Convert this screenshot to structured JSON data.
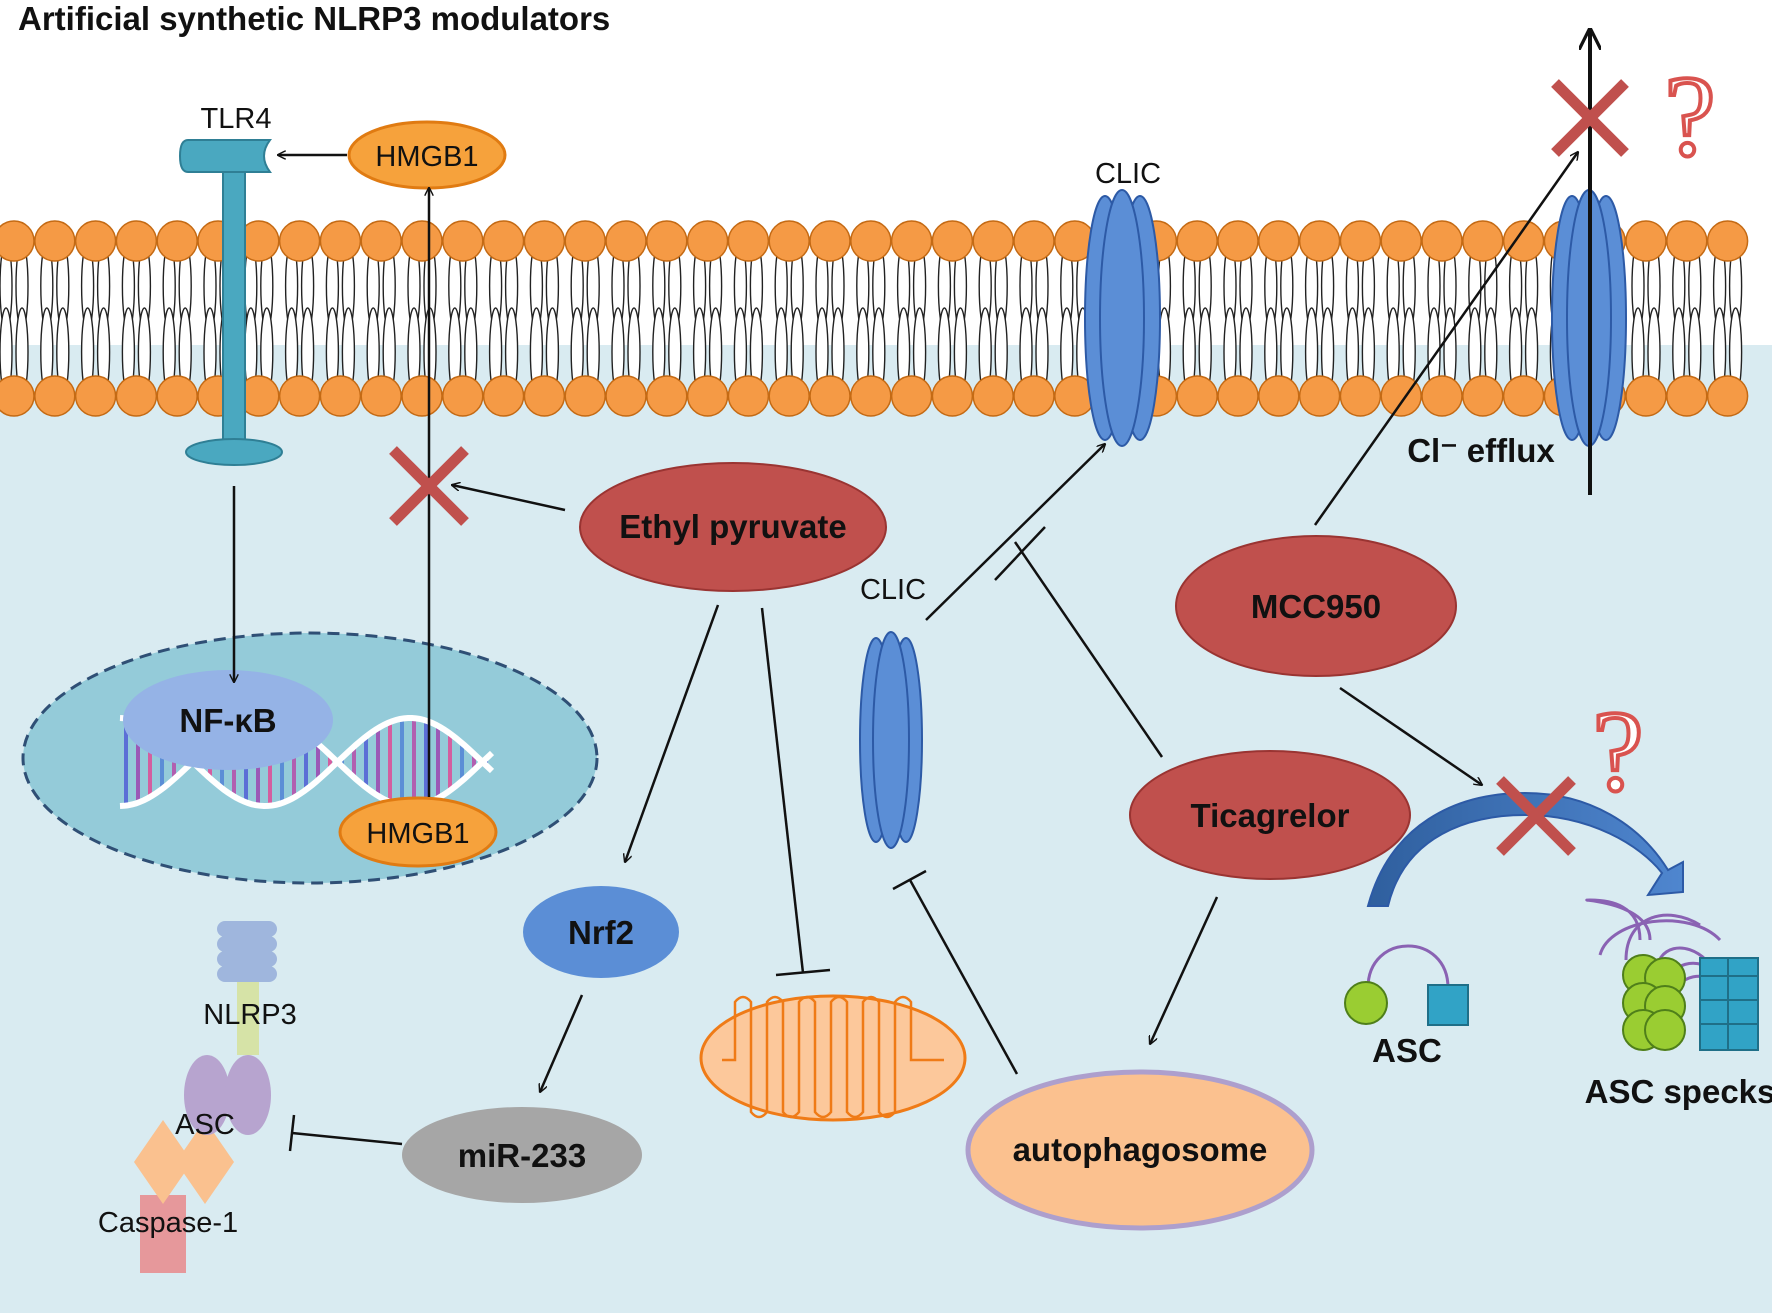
{
  "title": "Artificial synthetic NLRP3 modulators",
  "colors": {
    "cytoplasm": "#d9ebf1",
    "lipid_head": "#f59a45",
    "drug": "#c0504d",
    "drug_border": "#9a3432",
    "channel": "#5b8ed6",
    "nucleus": "#94cbd9",
    "hmgb1": "#f6a23c",
    "tlr4": "#4aa8c0",
    "nrf2": "#5b8ed6",
    "mirna": "#a6a6a6",
    "autophagosome": "#fbc18f",
    "mito": "#fcc89b",
    "inhibit_x": "#c0504d",
    "question": "#d9534f",
    "asc_circle": "#9acd32",
    "asc_square": "#31a3c6"
  },
  "labels": {
    "tlr4": "TLR4",
    "hmgb1_out": "HMGB1",
    "hmgb1_nucleus": "HMGB1",
    "nfkb": "NF-κB",
    "ethyl_pyruvate": "Ethyl pyruvate",
    "nrf2": "Nrf2",
    "mir233": "miR-233",
    "nlrp3": "NLRP3",
    "asc_inflammasome": "ASC",
    "caspase1": "Caspase-1",
    "clic_membrane": "CLIC",
    "clic_cytosol": "CLIC",
    "ticagrelor": "Ticagrelor",
    "autophagosome": "autophagosome",
    "mcc950": "MCC950",
    "cl_efflux": "Cl⁻ efflux",
    "asc": "ASC",
    "asc_specks": "ASC specks",
    "question_mark": "?"
  }
}
